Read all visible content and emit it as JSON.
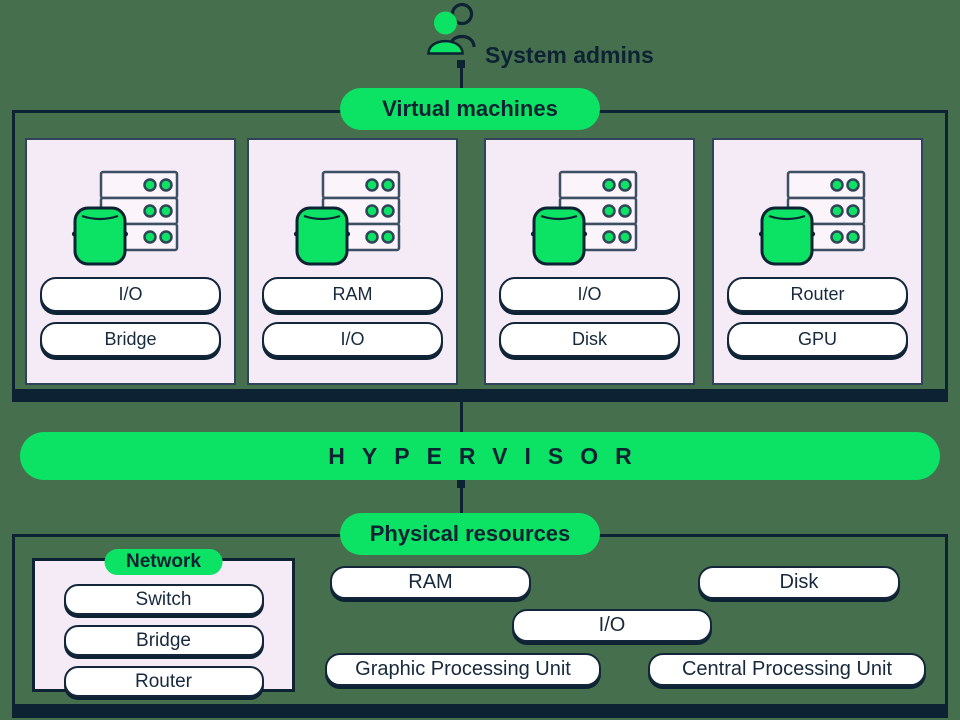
{
  "colors": {
    "background": "#46704D",
    "navy": "#0D2334",
    "accent_green": "#0CE263",
    "card_background": "#F5EBF7",
    "pill_background": "#FFFFFF"
  },
  "icons": {
    "admins_icon": "two-person-group",
    "server_icon": "server-stack-with-storage-canister"
  },
  "admins": {
    "label": "System admins"
  },
  "vm": {
    "label": "Virtual machines",
    "cards": [
      {
        "pills": [
          "I/O",
          "Bridge"
        ]
      },
      {
        "pills": [
          "RAM",
          "I/O"
        ]
      },
      {
        "pills": [
          "I/O",
          "Disk"
        ]
      },
      {
        "pills": [
          "Router",
          "GPU"
        ]
      }
    ]
  },
  "hypervisor": {
    "label": "HYPERVISOR"
  },
  "physical": {
    "label": "Physical resources",
    "network": {
      "label": "Network",
      "pills": [
        "Switch",
        "Bridge",
        "Router"
      ]
    },
    "resources": {
      "ram": "RAM",
      "disk": "Disk",
      "io": "I/O",
      "gpu": "Graphic Processing Unit",
      "cpu": "Central Processing Unit"
    }
  }
}
